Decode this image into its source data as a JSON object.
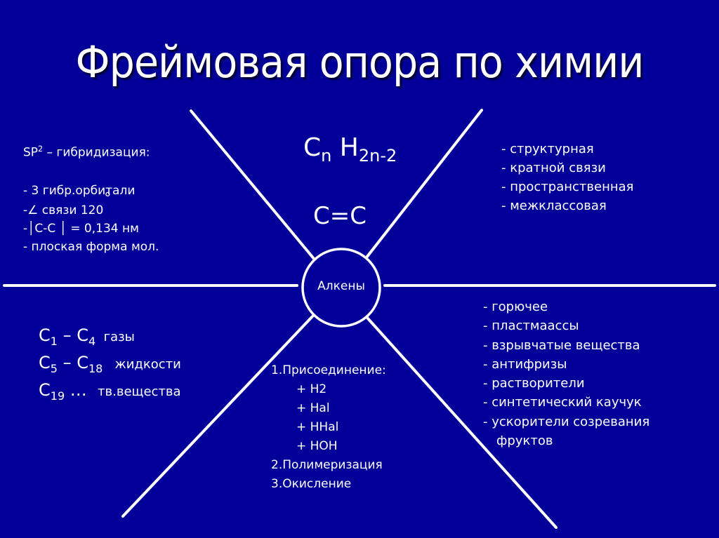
{
  "slide": {
    "title": "Фреймовая опора по химии",
    "background_color": "#020099",
    "line_color": "#ffffff"
  },
  "center": {
    "label": "Алкены"
  },
  "top_left": {
    "heading_prefix": "SP",
    "heading_sup": "2",
    "heading_rest": " – гибридизация:",
    "items": [
      "- 3 гибр.орбитали",
      "-∠ связи 120",
      "-│С-С │ = 0,134 нм",
      "- плоская форма мол."
    ],
    "degree_symbol": "°"
  },
  "top_center": {
    "formula_c": "C",
    "formula_c_sub": "n",
    "formula_h": " H",
    "formula_h_sub": "2n-2",
    "bond": "C=C"
  },
  "top_right": {
    "items": [
      "- структурная",
      "- кратной связи",
      "- пространственная",
      "- межклассовая"
    ]
  },
  "bottom_left": {
    "rows": [
      {
        "a": "C",
        "a_sub": "1",
        "dash": " – ",
        "b": "C",
        "b_sub": "4",
        "state": "  газы"
      },
      {
        "a": "C",
        "a_sub": "5",
        "dash": " – ",
        "b": "C",
        "b_sub": "18",
        "state": "   жидкости"
      },
      {
        "a": "C",
        "a_sub": "19",
        "dash": " …  ",
        "b": "",
        "b_sub": "",
        "state": "тв.вещества"
      }
    ]
  },
  "bottom_center": {
    "items": [
      {
        "text": "1.Присоединение:",
        "indent": false
      },
      {
        "text": "+ H2",
        "indent": true
      },
      {
        "text": "+ Hal",
        "indent": true
      },
      {
        "text": "+ HHal",
        "indent": true
      },
      {
        "text": "+ HOH",
        "indent": true
      },
      {
        "text": "2.Полимеризация",
        "indent": false
      },
      {
        "text": "3.Окисление",
        "indent": false
      }
    ]
  },
  "bottom_right": {
    "items": [
      "- горючее",
      "- пластмаассы",
      "- взрывчатые вещества",
      "- антифризы",
      "- растворители",
      "- синтетический каучук",
      "- ускорители созревания"
    ],
    "continuation": "фруктов"
  }
}
